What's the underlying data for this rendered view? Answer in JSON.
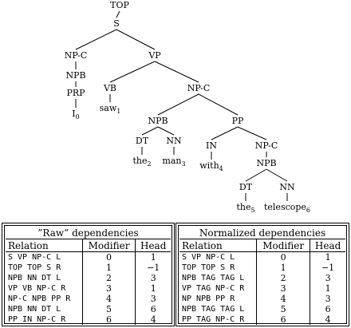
{
  "tree": {
    "nodes": [
      {
        "id": "n-top",
        "label": "TOP"
      },
      {
        "id": "n-s",
        "label": "S"
      },
      {
        "id": "n-npc1",
        "label": "NP-C"
      },
      {
        "id": "n-vp",
        "label": "VP"
      },
      {
        "id": "n-npb1",
        "label": "NPB"
      },
      {
        "id": "n-prp",
        "label": "PRP"
      },
      {
        "id": "n-i",
        "label": "I",
        "sub": "0"
      },
      {
        "id": "n-vb",
        "label": "VB"
      },
      {
        "id": "n-saw",
        "label": "saw",
        "sub": "1"
      },
      {
        "id": "n-npc2",
        "label": "NP-C"
      },
      {
        "id": "n-npb2",
        "label": "NPB"
      },
      {
        "id": "n-pp",
        "label": "PP"
      },
      {
        "id": "n-dt1",
        "label": "DT"
      },
      {
        "id": "n-nn1",
        "label": "NN"
      },
      {
        "id": "n-the2",
        "label": "the",
        "sub": "2"
      },
      {
        "id": "n-man",
        "label": "man",
        "sub": "3"
      },
      {
        "id": "n-in",
        "label": "IN"
      },
      {
        "id": "n-npc3",
        "label": "NP-C"
      },
      {
        "id": "n-with",
        "label": "with",
        "sub": "4"
      },
      {
        "id": "n-npb3",
        "label": "NPB"
      },
      {
        "id": "n-dt2",
        "label": "DT"
      },
      {
        "id": "n-nn2",
        "label": "NN"
      },
      {
        "id": "n-the5",
        "label": "the",
        "sub": "5"
      },
      {
        "id": "n-tele",
        "label": "telescope",
        "sub": "6"
      }
    ]
  },
  "tables": {
    "raw": {
      "caption": "”Raw” dependencies",
      "headers": [
        "Relation",
        "Modifier",
        "Head"
      ],
      "rows": [
        [
          "S VP NP-C L",
          "0",
          "1"
        ],
        [
          "TOP TOP S R",
          "1",
          "−1"
        ],
        [
          "NPB NN DT L",
          "2",
          "3"
        ],
        [
          "VP VB NP-C R",
          "3",
          "1"
        ],
        [
          "NP-C NPB PP R",
          "4",
          "3"
        ],
        [
          "NPB NN DT L",
          "5",
          "6"
        ],
        [
          "PP IN NP-C R",
          "6",
          "4"
        ]
      ]
    },
    "normalized": {
      "caption": "Normalized dependencies",
      "headers": [
        "Relation",
        "Modifier",
        "Head"
      ],
      "rows": [
        [
          "S VP NP-C L",
          "0",
          "1"
        ],
        [
          "TOP TOP S R",
          "1",
          "−1"
        ],
        [
          "NPB TAG TAG L",
          "2",
          "3"
        ],
        [
          "VP TAG NP-C R",
          "3",
          "1"
        ],
        [
          "NP NPB PP R",
          "4",
          "3"
        ],
        [
          "NPB TAG TAG L",
          "5",
          "6"
        ],
        [
          "PP TAG NP-C R",
          "6",
          "4"
        ]
      ]
    }
  }
}
